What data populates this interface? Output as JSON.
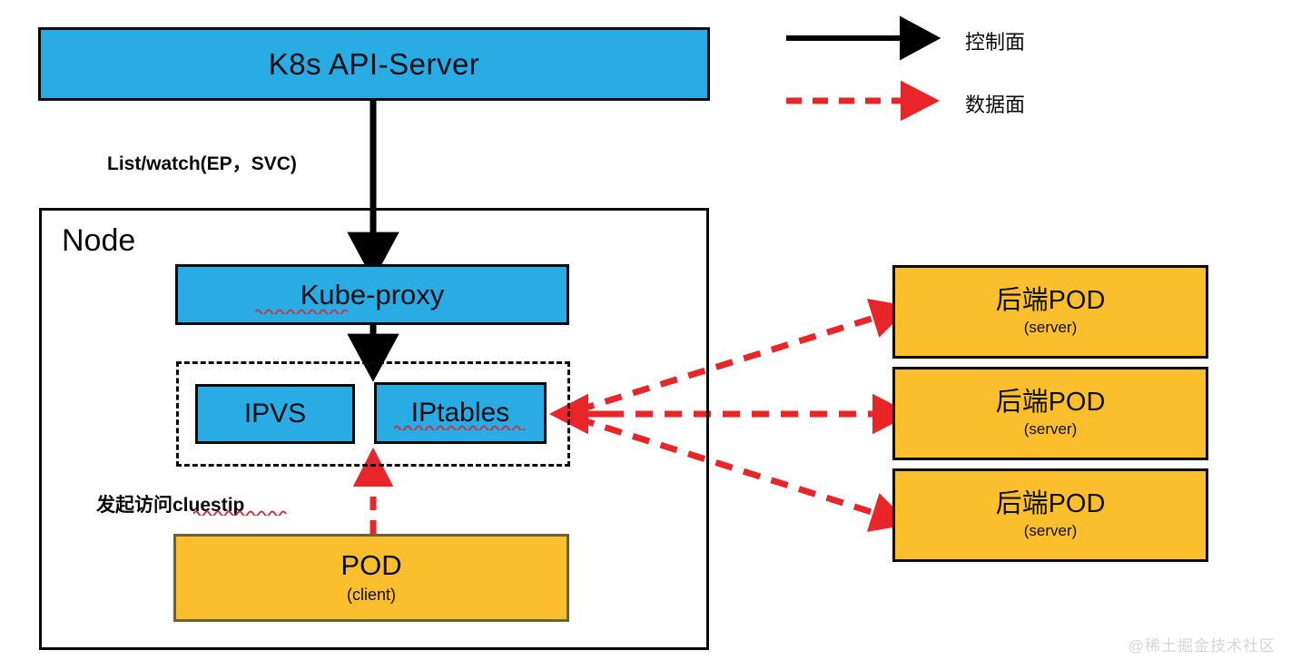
{
  "diagram": {
    "title": "K8s kube-proxy service traffic diagram",
    "colors": {
      "blue": "#29ACE4",
      "orange": "#FBBF2E",
      "control_plane_arrow": "#000000",
      "data_plane_arrow": "#E8262A",
      "border": "#0A0A0A"
    }
  },
  "api_server": {
    "label": "K8s API-Server"
  },
  "control_edge": {
    "label": "List/watch(EP，SVC)"
  },
  "node": {
    "label": "Node",
    "kube_proxy": {
      "label": "Kube-proxy"
    },
    "proxy_modes": {
      "ipvs": {
        "label": "IPVS"
      },
      "iptables": {
        "label": "IPtables"
      }
    },
    "client_pod": {
      "label": "POD",
      "sublabel": "(client)"
    },
    "client_edge": {
      "label": "发起访问cluestip"
    }
  },
  "backend_pods": [
    {
      "label": "后端POD",
      "sublabel": "(server)"
    },
    {
      "label": "后端POD",
      "sublabel": "(server)"
    },
    {
      "label": "后端POD",
      "sublabel": "(server)"
    }
  ],
  "legend": {
    "items": [
      {
        "label": "控制面",
        "style": "solid",
        "color": "#000000"
      },
      {
        "label": "数据面",
        "style": "dashed",
        "color": "#E8262A"
      }
    ]
  },
  "watermark": {
    "text": "@稀土掘金技术社区"
  }
}
